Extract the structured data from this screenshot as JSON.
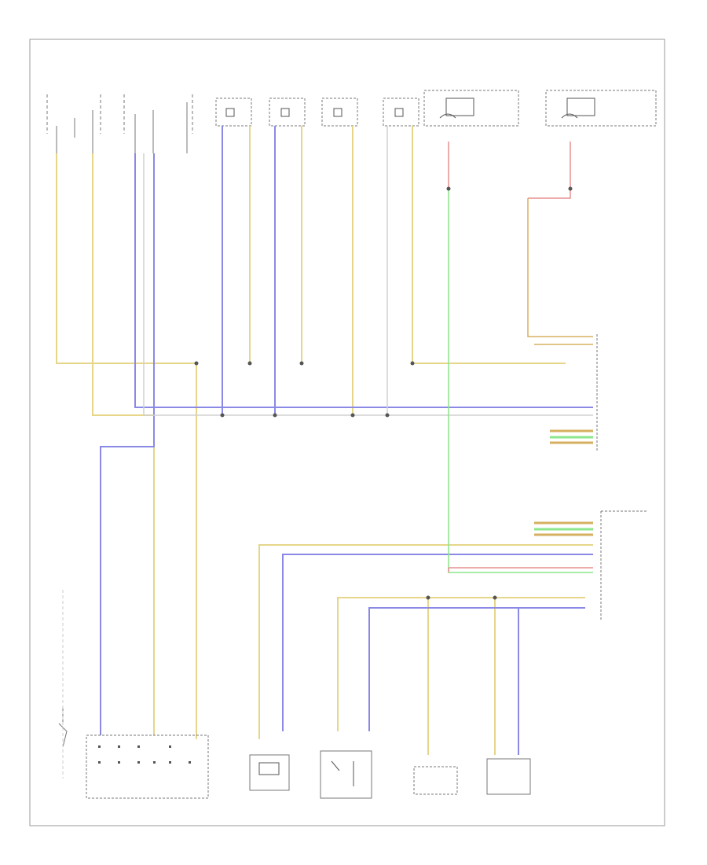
{
  "diagram": {
    "colors": {
      "yellow": "#e6d68a",
      "blue": "#8a8ae6",
      "green": "#8ce68c",
      "red": "#e69090",
      "orange": "#d6b060",
      "gray": "#d0d0d0",
      "border": "#999999",
      "line": "#555555"
    },
    "components": [
      {
        "id": "top-sw-1",
        "label": ""
      },
      {
        "id": "top-sw-2",
        "label": ""
      },
      {
        "id": "top-sw-3",
        "label": ""
      },
      {
        "id": "top-sw-4",
        "label": ""
      },
      {
        "id": "top-sw-5",
        "label": ""
      },
      {
        "id": "top-sw-6",
        "label": ""
      },
      {
        "id": "fuse-1",
        "label": ""
      },
      {
        "id": "fuse-2",
        "label": ""
      }
    ],
    "footer_code": ""
  }
}
